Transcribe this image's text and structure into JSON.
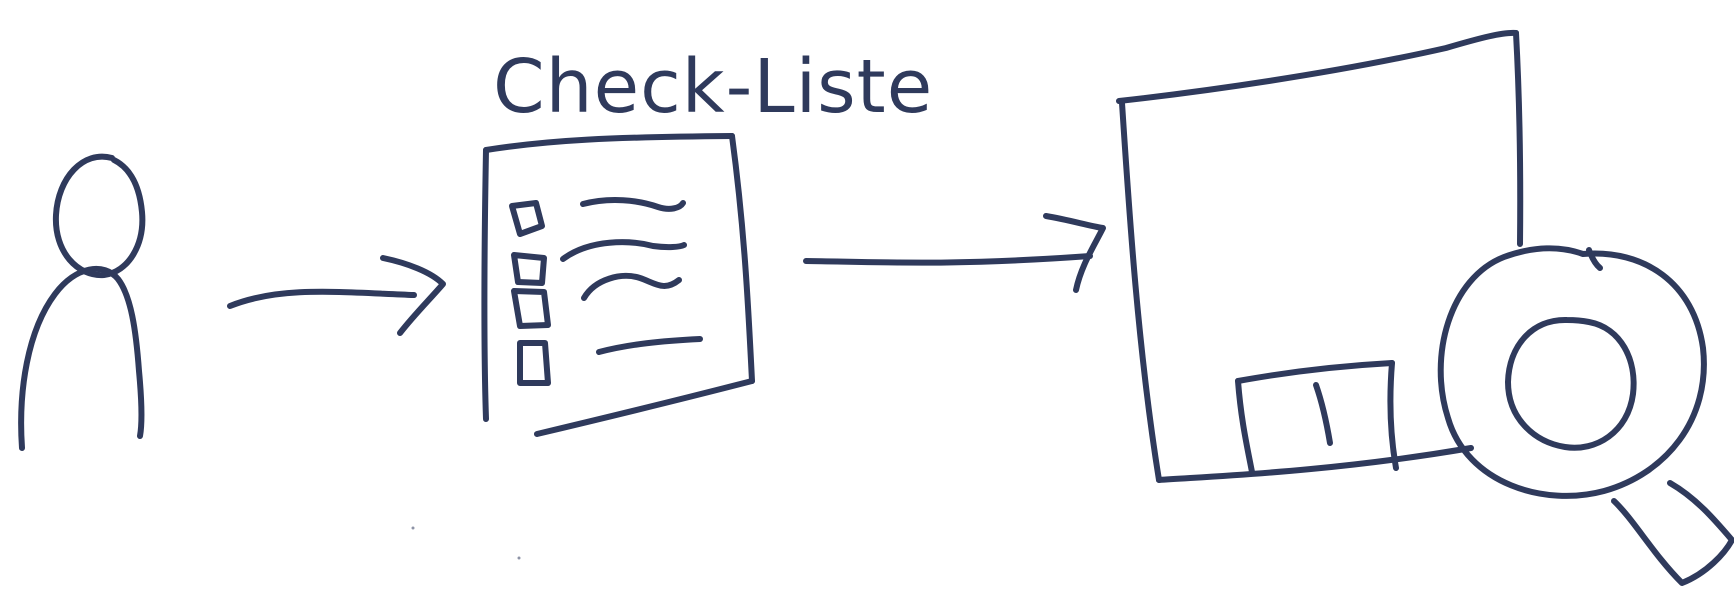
{
  "diagram": {
    "label": "Check-Liste",
    "nodes": [
      {
        "id": "person",
        "icon": "person-icon"
      },
      {
        "id": "checklist",
        "icon": "checklist-document-icon"
      },
      {
        "id": "building",
        "icon": "building-icon"
      },
      {
        "id": "magnifier",
        "icon": "magnifying-glass-icon"
      }
    ],
    "edges": [
      {
        "from": "person",
        "to": "checklist"
      },
      {
        "from": "checklist",
        "to": "building"
      }
    ],
    "ink_color": "#2f3a5c",
    "background_color": "#ffffff"
  }
}
